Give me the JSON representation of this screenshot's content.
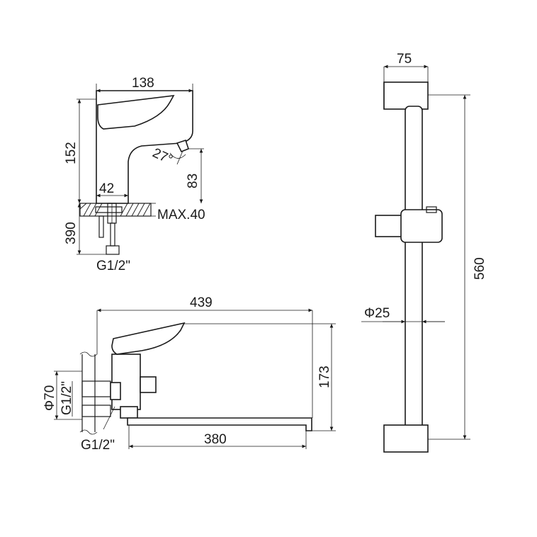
{
  "basin_faucet": {
    "width": "138",
    "height": "152",
    "spout_height": "83",
    "base_diameter": "42",
    "hose_length": "390",
    "max_thickness": "MAX.40",
    "angle": "27°",
    "connection": "G1/2\""
  },
  "bath_faucet": {
    "total_length": "439",
    "height": "173",
    "spout_length": "380",
    "flange_diameter": "Φ70",
    "inlet_thread": "G1/2\"",
    "outlet_thread": "G1/2\""
  },
  "slide_bar": {
    "bracket_depth": "75",
    "length": "560",
    "tube_diameter": "Φ25"
  }
}
